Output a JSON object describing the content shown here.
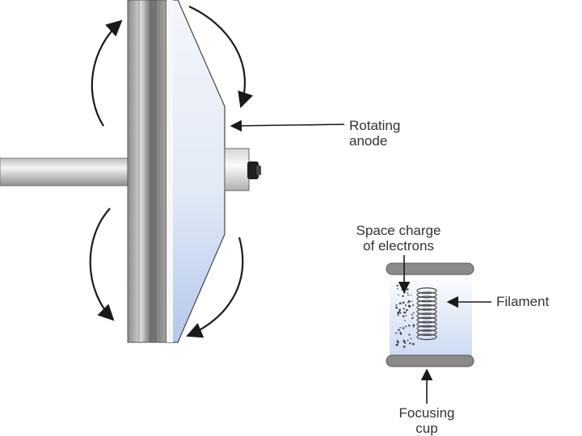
{
  "labels": {
    "rotating_anode": [
      "Rotating",
      "anode"
    ],
    "space_charge": [
      "Space charge",
      "of electrons"
    ],
    "filament": "Filament",
    "focusing_cup": [
      "Focusing",
      "cup"
    ]
  },
  "colors": {
    "metal_dark": "#7d7d7d",
    "metal_light": "#d8d8d8",
    "disc_face": "#e6eef8",
    "disc_blue": "#b8ccee",
    "line": "#222222",
    "text": "#333333"
  }
}
